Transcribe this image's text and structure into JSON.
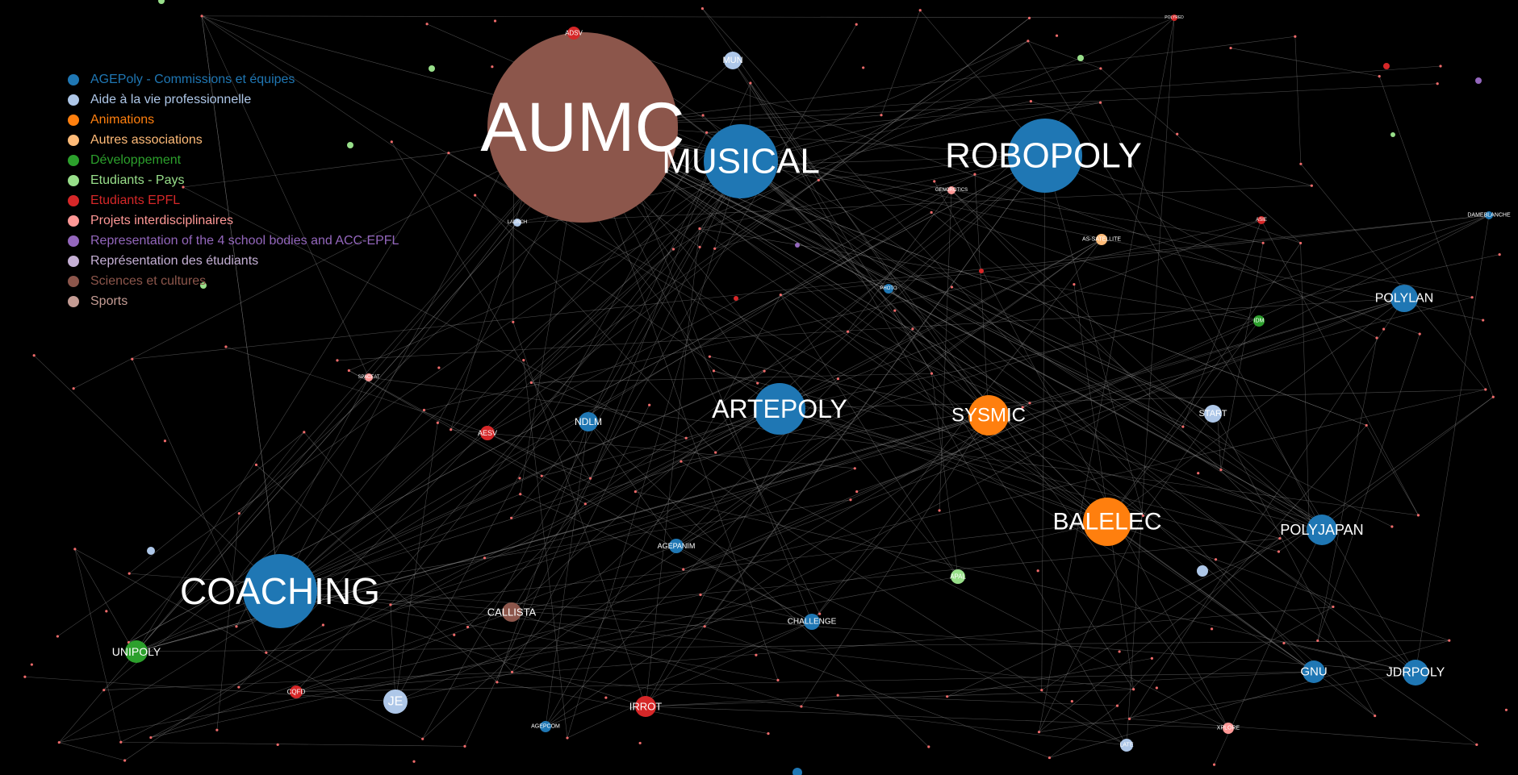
{
  "legend": {
    "items": [
      {
        "label": "AGEPoly - Commissions et équipes",
        "color": "#1f77b4"
      },
      {
        "label": "Aide à la vie professionnelle",
        "color": "#aec7e8"
      },
      {
        "label": "Animations",
        "color": "#ff7f0e"
      },
      {
        "label": "Autres associations",
        "color": "#ffbb78"
      },
      {
        "label": "Développement",
        "color": "#2ca02c"
      },
      {
        "label": "Etudiants - Pays",
        "color": "#98df8a"
      },
      {
        "label": "Etudiants EPFL",
        "color": "#d62728"
      },
      {
        "label": "Projets interdisciplinaires",
        "color": "#ff9896"
      },
      {
        "label": "Representation of the 4 school bodies and ACC-EPFL",
        "color": "#9467bd"
      },
      {
        "label": "Représentation des étudiants",
        "color": "#c5b0d5"
      },
      {
        "label": "Sciences et cultures",
        "color": "#8c564b"
      },
      {
        "label": "Sports",
        "color": "#c49c94"
      }
    ]
  },
  "nodes": [
    {
      "label": "AUMC",
      "category": "Sciences et cultures",
      "size": 88
    },
    {
      "label": "MUSICAL",
      "category": "AGEPoly - Commissions et équipes",
      "size": 43
    },
    {
      "label": "ROBOPOLY",
      "category": "AGEPoly - Commissions et équipes",
      "size": 45
    },
    {
      "label": "ARTEPOLY",
      "category": "AGEPoly - Commissions et équipes",
      "size": 32
    },
    {
      "label": "SYSMIC",
      "category": "Animations",
      "size": 25
    },
    {
      "label": "BALELEC",
      "category": "Animations",
      "size": 30
    },
    {
      "label": "COACHING",
      "category": "AGEPoly - Commissions et équipes",
      "size": 46
    },
    {
      "label": "POLYJAPAN",
      "category": "AGEPoly - Commissions et équipes",
      "size": 19
    },
    {
      "label": "POLYLAN",
      "category": "AGEPoly - Commissions et équipes",
      "size": 17
    },
    {
      "label": "JDRPOLY",
      "category": "AGEPoly - Commissions et équipes",
      "size": 16
    },
    {
      "label": "GNU",
      "category": "AGEPoly - Commissions et équipes",
      "size": 14
    },
    {
      "label": "UNIPOLY",
      "category": "Développement",
      "size": 14
    },
    {
      "label": "JE",
      "category": "Aide à la vie professionnelle",
      "size": 15
    },
    {
      "label": "IRROT",
      "category": "Etudiants EPFL",
      "size": 13
    },
    {
      "label": "CALLISTA",
      "category": "Sciences et cultures",
      "size": 12
    },
    {
      "label": "NDLM",
      "category": "AGEPoly - Commissions et équipes",
      "size": 12
    },
    {
      "label": "MUN",
      "category": "Aide à la vie professionnelle",
      "size": 11
    },
    {
      "label": "START",
      "category": "Aide à la vie professionnelle",
      "size": 11
    },
    {
      "label": "CHALLENGE",
      "category": "AGEPoly - Commissions et équipes",
      "size": 10
    },
    {
      "label": "AGEPANIM",
      "category": "AGEPoly - Commissions et équipes",
      "size": 9
    },
    {
      "label": "AESV",
      "category": "Etudiants EPFL",
      "size": 9
    },
    {
      "label": "ADSV",
      "category": "Etudiants EPFL",
      "size": 8
    },
    {
      "label": "CQFD",
      "category": "Etudiants EPFL",
      "size": 8
    },
    {
      "label": "APAL",
      "category": "Etudiants - Pays",
      "size": 9
    },
    {
      "label": "XPLORE",
      "category": "Projets interdisciplinaires",
      "size": 7
    },
    {
      "label": "IDM",
      "category": "Développement",
      "size": 7
    },
    {
      "label": "PHOTO",
      "category": "AGEPoly - Commissions et équipes",
      "size": 6
    },
    {
      "label": "AS-SATELLITE",
      "category": "Autres associations",
      "size": 7
    },
    {
      "label": "AGEPCOM",
      "category": "AGEPoly - Commissions et équipes",
      "size": 7
    },
    {
      "label": "SPACEAT",
      "category": "Projets interdisciplinaires",
      "size": 5
    },
    {
      "label": "LAUNCH",
      "category": "Aide à la vie professionnelle",
      "size": 5
    },
    {
      "label": "GENOROTICS",
      "category": "Projets interdisciplinaires",
      "size": 5
    },
    {
      "label": "DAMEBLANCHE",
      "category": "AGEPoly - Commissions et équipes",
      "size": 5
    },
    {
      "label": "LATE",
      "category": "Aide à la vie professionnelle",
      "size": 8
    },
    {
      "label": "ASIE",
      "category": "Etudiants EPFL",
      "size": 5
    },
    {
      "label": "POLYRED",
      "category": "Etudiants EPFL",
      "size": 4
    }
  ]
}
